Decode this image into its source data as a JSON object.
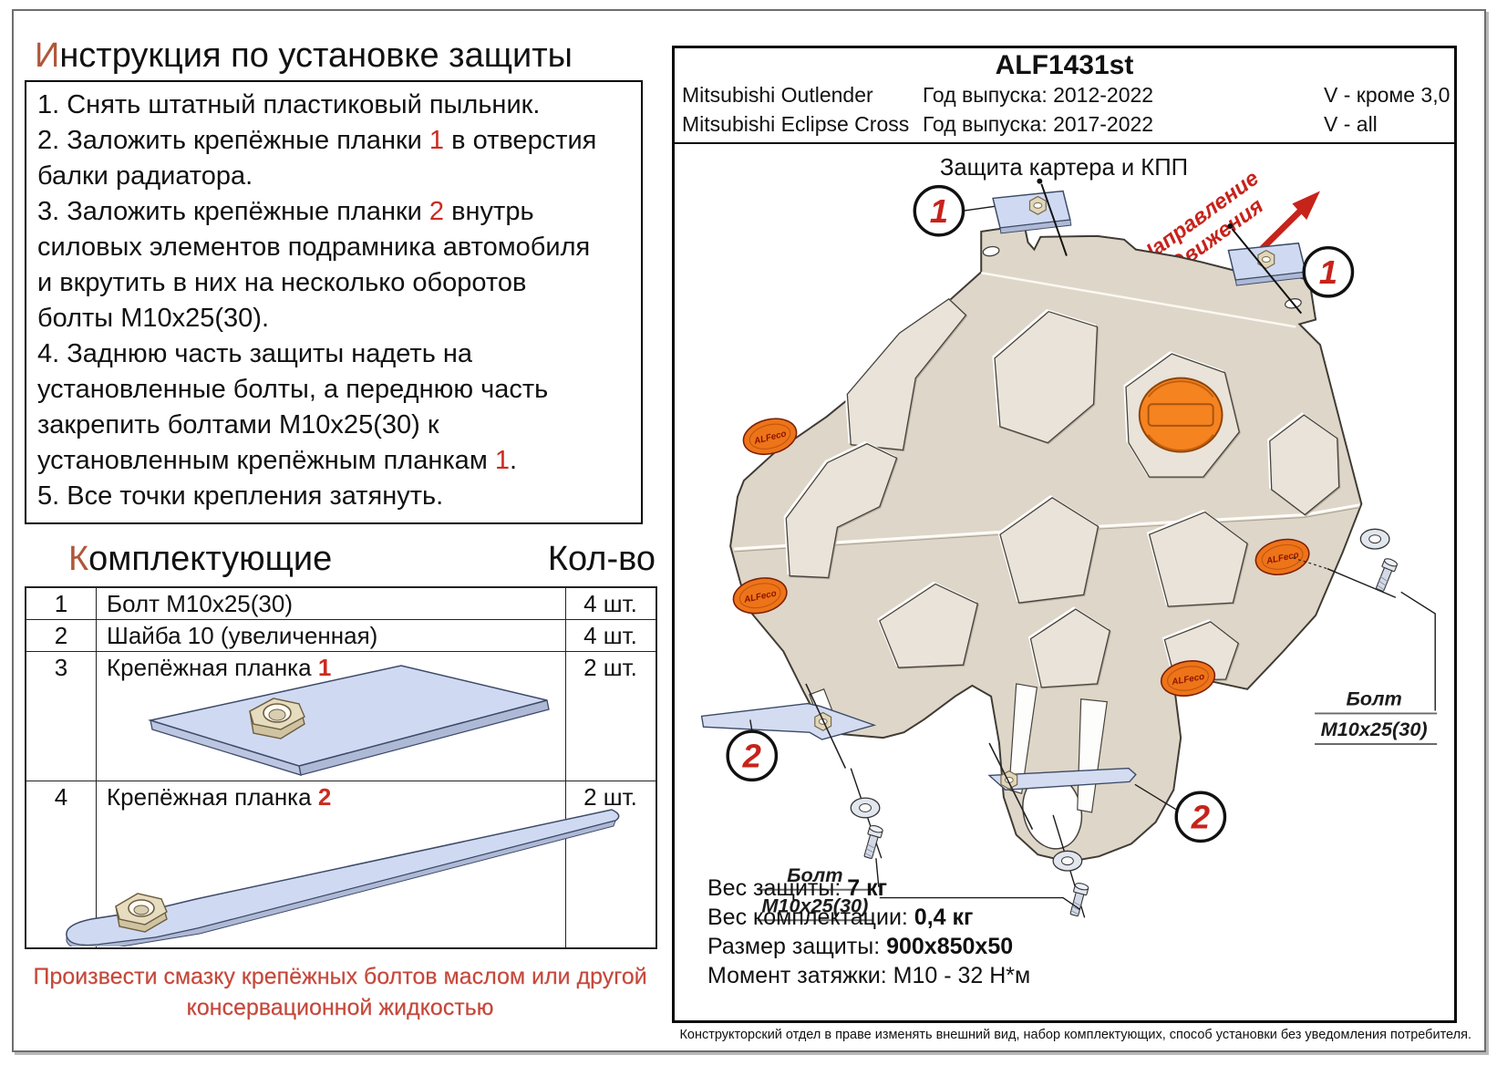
{
  "colors": {
    "accent_orange": "#b0573a",
    "red_number": "#cc2a1f",
    "warning_red": "#c4473a",
    "arrow_red": "#c6231b",
    "badge_orange": "#ee7419",
    "cap_orange": "#f5831f",
    "plate_beige": "#ded6c8",
    "part_blue": "#cfdaf2"
  },
  "left": {
    "title": {
      "first": "И",
      "rest": "нструкция по установке защиты"
    },
    "instr_lines": [
      {
        "a": "1. Снять штатный пластиковый пыльник."
      },
      {
        "a": "2. Заложить крепёжные планки ",
        "r": "1",
        "b": " в отверстия"
      },
      {
        "a": "балки радиатора."
      },
      {
        "a": "3. Заложить крепёжные планки ",
        "r": "2",
        "b": " внутрь"
      },
      {
        "a": "силовых элементов подрамника автомобиля"
      },
      {
        "a": "и вкрутить в них на несколько оборотов"
      },
      {
        "a": "болты М10х25(30)."
      },
      {
        "a": "4. Заднюю часть защиты надеть на"
      },
      {
        "a": "установленные болты, а переднюю часть"
      },
      {
        "a": "закрепить болтами М10х25(30) к"
      },
      {
        "a": "установленным крепёжным планкам ",
        "r": "1",
        "b": "."
      },
      {
        "a": "5. Все точки крепления затянуть."
      }
    ],
    "components": {
      "header_first": "К",
      "header_rest": "омплектующие",
      "qty_header": "Кол-во",
      "rows": [
        {
          "num": "1",
          "name": "Болт М10х25(30)",
          "qty": "4 шт."
        },
        {
          "num": "2",
          "name": "Шайба 10 (увеличенная)",
          "qty": "4 шт."
        },
        {
          "num": "3",
          "name": "Крепёжная планка ",
          "name_red": "1",
          "qty": "2 шт."
        },
        {
          "num": "4",
          "name": "Крепёжная планка ",
          "name_red": "2",
          "qty": "2 шт."
        }
      ]
    },
    "warning_line1": "Произвести смазку крепёжных болтов маслом или другой",
    "warning_line2": "консервационной жидкостью"
  },
  "panel": {
    "code": "ALF1431st",
    "vehicles": [
      {
        "model": "Mitsubishi Outlender",
        "year": "Год выпуска: 2012-2022",
        "engine": "V - кроме 3,0"
      },
      {
        "model": "Mitsubishi Eclipse Cross",
        "year": "Год выпуска: 2017-2022",
        "engine": "V - all"
      }
    ],
    "drawing": {
      "title": "Защита картера и КПП",
      "direction_line1": "Направление",
      "direction_line2": "движения",
      "callout1": "1",
      "callout2": "2",
      "bolt_label_line1": "Болт",
      "bolt_label_line2": "М10х25(30)",
      "badge": "ALFeco"
    },
    "specs": [
      {
        "label": "Вес защиты: ",
        "value": "7 кг"
      },
      {
        "label": "Вес комплектации: ",
        "value": "0,4 кг"
      },
      {
        "label": "Размер защиты: ",
        "value": "900х850х50"
      },
      {
        "label": "Момент затяжки: ",
        "value": "М10 - 32 Н*м"
      }
    ],
    "disclaimer": "Конструкторский отдел в праве изменять внешний вид, набор комплектующих, способ установки без уведомления потребителя."
  }
}
